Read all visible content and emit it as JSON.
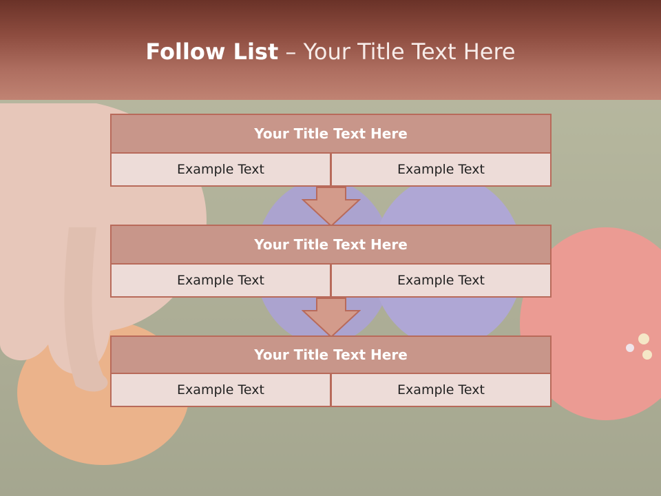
{
  "header": {
    "title_bold": "Follow List",
    "title_rest": "– Your Title Text Here"
  },
  "blocks": [
    {
      "title": "Your Title Text Here",
      "left_text": "Example Text",
      "right_text": "Example Text"
    },
    {
      "title": "Your Title Text Here",
      "left_text": "Example Text",
      "right_text": "Example Text"
    },
    {
      "title": "Your Title Text Here",
      "left_text": "Example Text",
      "right_text": "Example Text"
    }
  ],
  "colors": {
    "header_dark": "#6a3228",
    "header_light": "#c08373",
    "block_title_fill": "#c8968a",
    "block_border": "#b86a5a",
    "cell_fill": "#eddcd8",
    "arrow_fill": "#d39b8b"
  }
}
